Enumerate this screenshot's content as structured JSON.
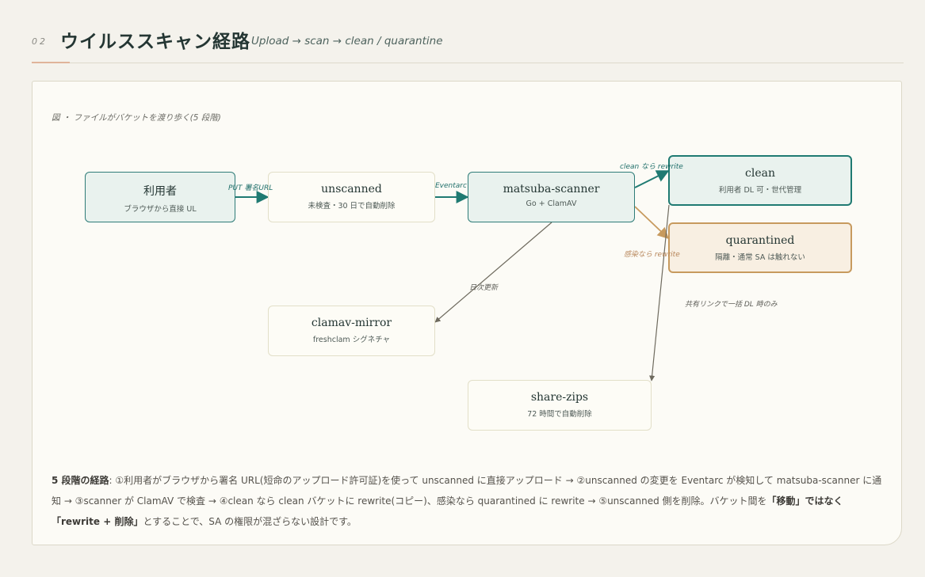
{
  "header": {
    "number": "02",
    "title": "ウイルススキャン経路",
    "subtitle": "Upload → scan → clean / quarantine"
  },
  "figure": {
    "caption": "図 ・ ファイルがバケットを渡り歩く(5 段階)",
    "nodes": {
      "user": {
        "title": "利用者",
        "sub": "ブラウザから直接 UL"
      },
      "unscanned": {
        "title": "unscanned",
        "sub": "未検査・30 日で自動削除"
      },
      "scanner": {
        "title": "matsuba-scanner",
        "sub": "Go + ClamAV"
      },
      "clean": {
        "title": "clean",
        "sub": "利用者 DL 可・世代管理"
      },
      "quarantined": {
        "title": "quarantined",
        "sub": "隔離・通常 SA は触れない"
      },
      "mirror": {
        "title": "clamav-mirror",
        "sub": "freshclam シグネチャ"
      },
      "sharezips": {
        "title": "share-zips",
        "sub": "72 時間で自動削除"
      }
    },
    "edges": {
      "put_signed_url": "PUT 署名URL",
      "eventarc": "Eventarc",
      "clean_rewrite": "clean なら rewrite",
      "infected_rewrite": "感染なら rewrite",
      "daily_update": "日次更新",
      "share_link": "共有リンクで一括 DL 時のみ"
    },
    "colors": {
      "teal": "#1f7a72",
      "brown": "#c79a5e",
      "gray": "#6e6a5e"
    }
  },
  "description": {
    "lead": "5 段階の経路",
    "part1": ": ①利用者がブラウザから署名 URL(短命のアップロード許可証)を使って unscanned に直接アップロード → ②unscanned の変更を Eventarc が検知して matsuba-scanner に通知 → ③scanner が ClamAV で検査 → ④clean なら clean バケットに rewrite(コピー)、感染なら quarantined に rewrite → ⑤unscanned 側を削除。バケット間を",
    "emphasis": "「移動」ではなく「rewrite + 削除」",
    "part2": "とすることで、SA の権限が混ざらない設計です。"
  }
}
